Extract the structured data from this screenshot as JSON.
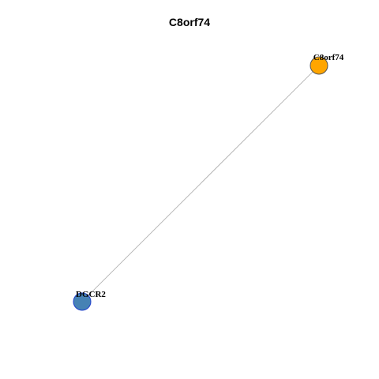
{
  "title": "C8orf74",
  "nodes": [
    {
      "id": "C8orf74",
      "label": "C8orf74",
      "fill": "#FFA500",
      "stroke": "#555555"
    },
    {
      "id": "DGCR2",
      "label": "DGCR2",
      "fill": "#4682B4",
      "stroke": "#1F3FCC"
    }
  ],
  "edges": [
    {
      "source": "C8orf74",
      "target": "DGCR2",
      "color": "#AAAAAA"
    }
  ]
}
